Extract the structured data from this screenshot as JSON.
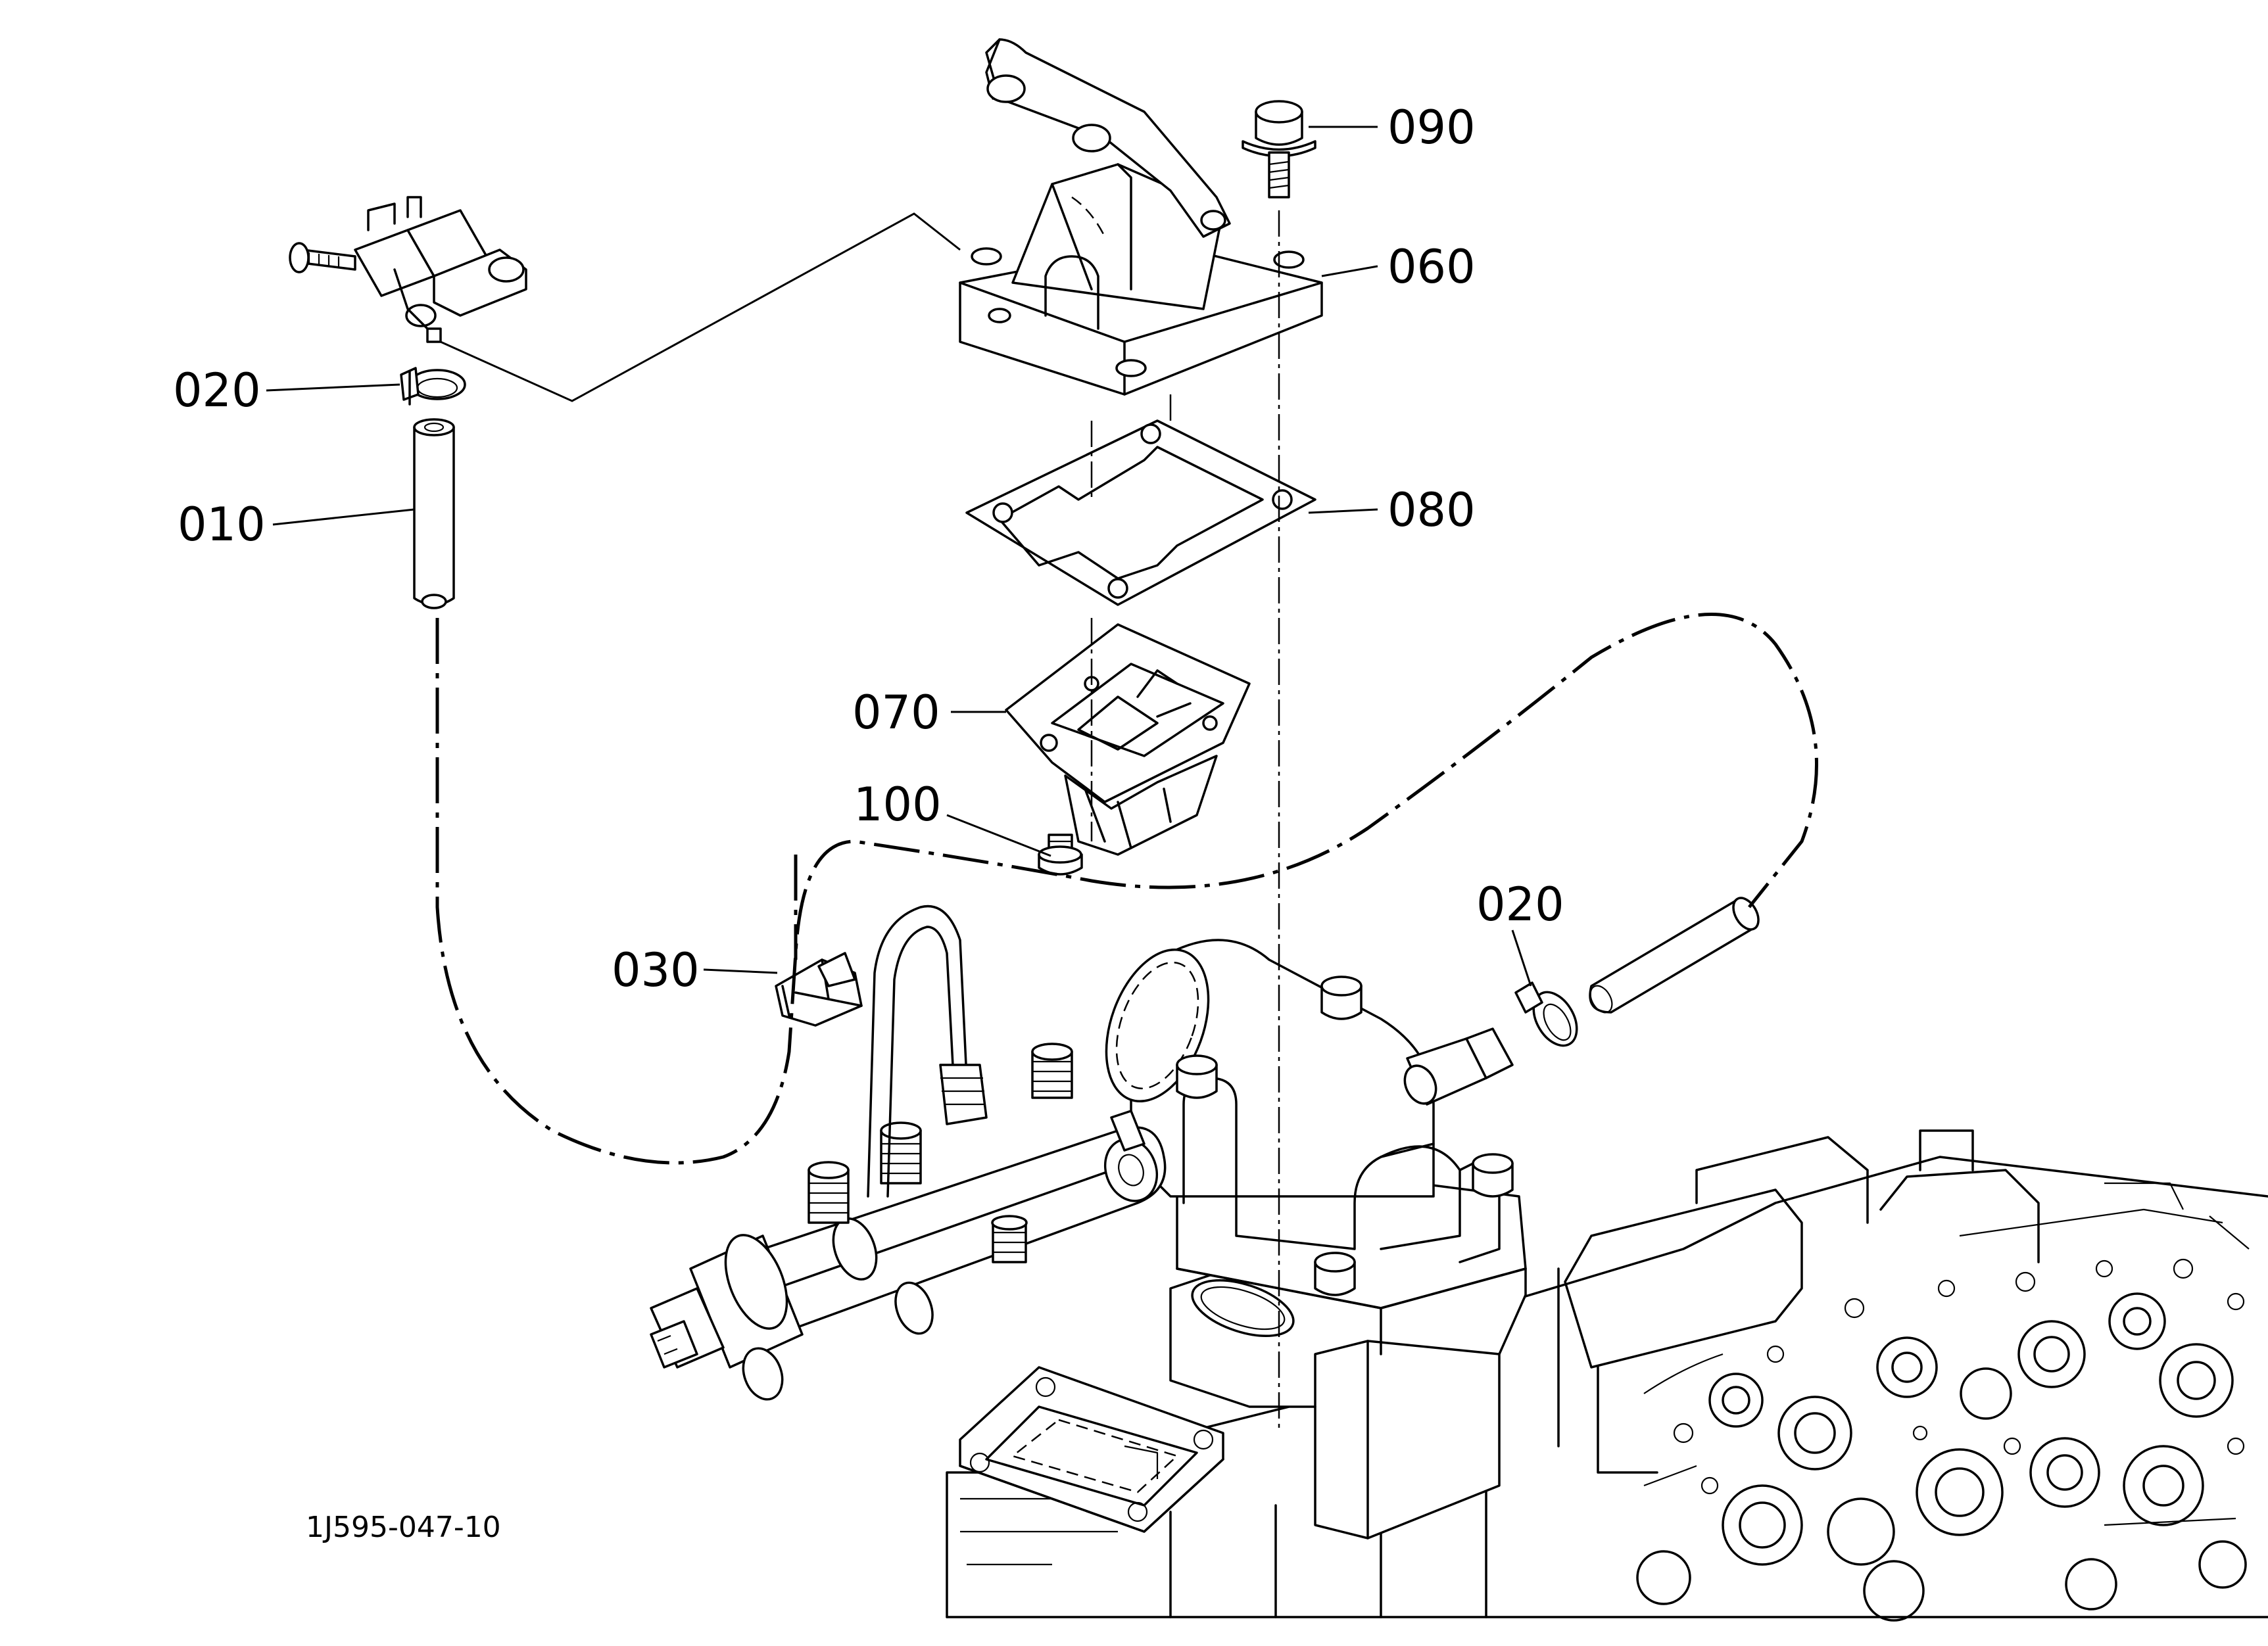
{
  "drawing": {
    "number": "1J595-047-10",
    "callouts": [
      {
        "id": "090",
        "label": "090"
      },
      {
        "id": "060",
        "label": "060"
      },
      {
        "id": "020-top",
        "label": "020"
      },
      {
        "id": "010",
        "label": "010"
      },
      {
        "id": "080",
        "label": "080"
      },
      {
        "id": "070",
        "label": "070"
      },
      {
        "id": "100",
        "label": "100"
      },
      {
        "id": "020-right",
        "label": "020"
      },
      {
        "id": "030",
        "label": "030"
      }
    ]
  }
}
